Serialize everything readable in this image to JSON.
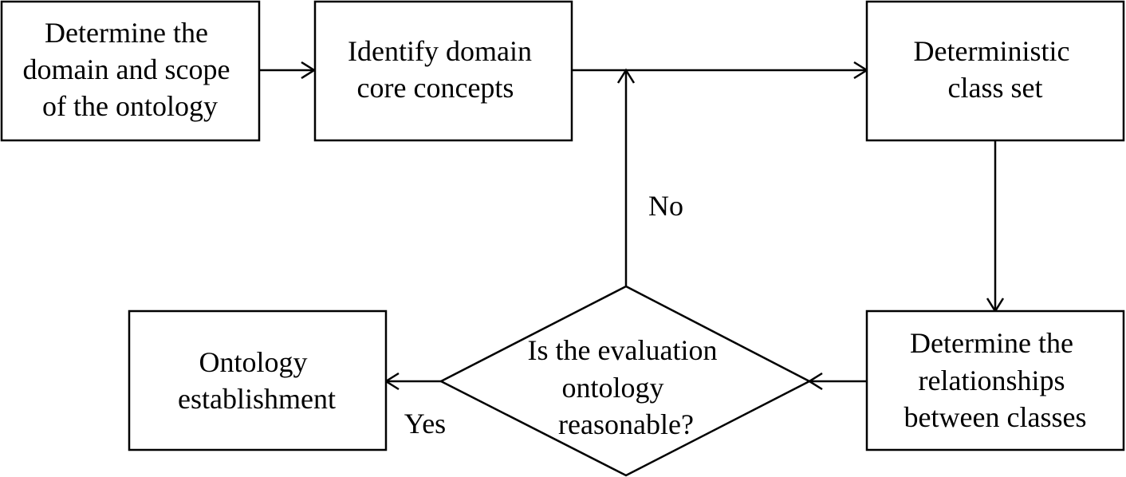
{
  "nodes": {
    "determine_domain": {
      "lines": [
        "Determine the",
        "domain and scope",
        "of the ontology"
      ]
    },
    "identify_concepts": {
      "lines": [
        "Identify domain",
        "core concepts"
      ]
    },
    "class_set": {
      "lines": [
        "Deterministic",
        "class set"
      ]
    },
    "relationships": {
      "lines": [
        "Determine the",
        "relationships",
        "between classes"
      ]
    },
    "decision": {
      "lines": [
        "Is the evaluation",
        "ontology",
        "reasonable?"
      ]
    },
    "establishment": {
      "lines": [
        "Ontology",
        "establishment"
      ]
    }
  },
  "edge_labels": {
    "no": "No",
    "yes": "Yes"
  }
}
